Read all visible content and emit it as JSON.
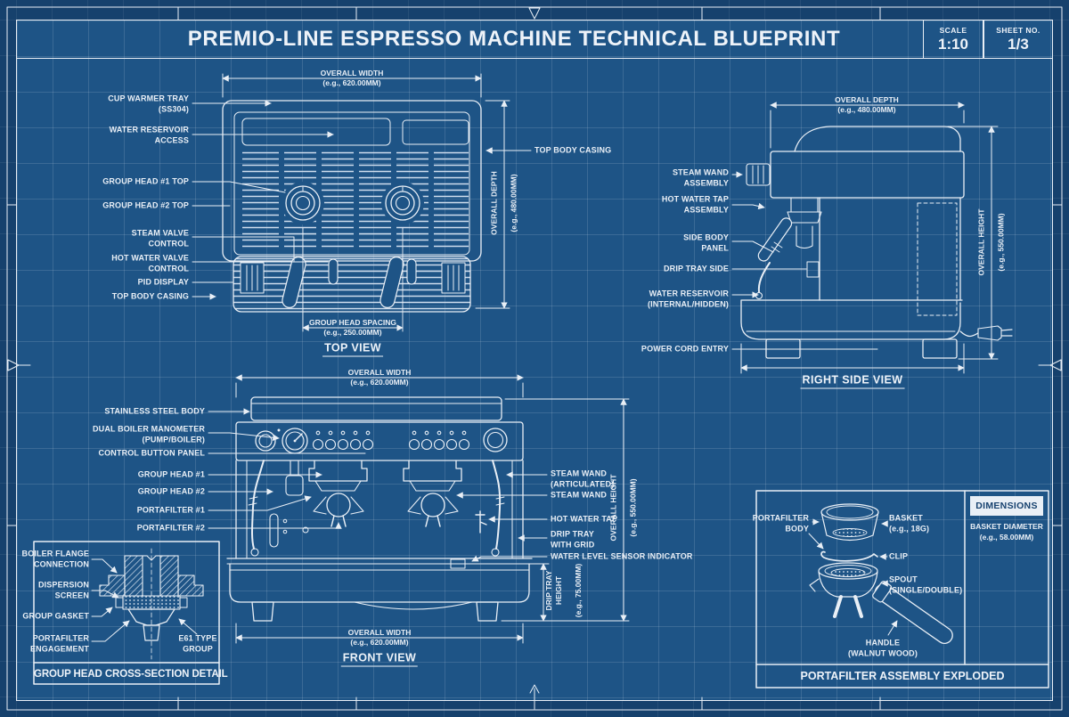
{
  "title_block": {
    "title": "PREMIO-LINE ESPRESSO MACHINE TECHNICAL BLUEPRINT",
    "scale_label": "SCALE",
    "scale_value": "1:10",
    "sheet_label": "SHEET NO.",
    "sheet_value": "1/3"
  },
  "colors": {
    "sheet_background": "#1e5486",
    "margin_background": "#16416d",
    "line": "#e9eff6",
    "grid_line": "rgba(255,255,255,0.13)",
    "panel_header_bg": "#e9eff6",
    "panel_header_text": "#17426f"
  },
  "top_view": {
    "view_title": "TOP VIEW",
    "labels": {
      "cup_warmer_tray": "CUP WARMER TRAY\n(SS304)",
      "water_reservoir_access": "WATER RESERVOIR\nACCESS",
      "group_head_1_top": "GROUP HEAD #1 TOP",
      "group_head_2_top": "GROUP HEAD #2 TOP",
      "steam_valve_control": "STEAM VALVE\nCONTROL",
      "hot_water_valve_control": "HOT WATER VALVE\nCONTROL",
      "pid_display": "PID DISPLAY",
      "top_body_casing_left": "TOP BODY CASING",
      "top_body_casing_right": "TOP BODY CASING"
    },
    "dims": {
      "overall_width": {
        "label": "OVERALL WIDTH",
        "value": "(e.g., 620.00MM)"
      },
      "overall_depth": {
        "label": "OVERALL DEPTH",
        "value": "(e.g., 480.00MM)"
      },
      "group_head_spacing": {
        "label": "GROUP HEAD SPACING",
        "value": "(e.g., 250.00MM)"
      }
    }
  },
  "right_side_view": {
    "view_title": "RIGHT SIDE VIEW",
    "labels": {
      "steam_wand_assembly": "STEAM WAND\nASSEMBLY",
      "hot_water_tap_assembly": "HOT WATER TAP\nASSEMBLY",
      "side_body_panel": "SIDE BODY\nPANEL",
      "drip_tray_side": "DRIP TRAY SIDE",
      "water_reservoir": "WATER RESERVOIR\n(INTERNAL/HIDDEN)",
      "power_cord_entry": "POWER CORD ENTRY"
    },
    "dims": {
      "overall_depth": {
        "label": "OVERALL DEPTH",
        "value": "(e.g., 480.00MM)"
      },
      "overall_height": {
        "label": "OVERALL HEIGHT",
        "value": "(e.g., 550.00MM)"
      }
    }
  },
  "front_view": {
    "view_title": "FRONT VIEW",
    "labels_left": {
      "stainless_steel_body": "STAINLESS STEEL BODY",
      "dual_boiler_manometer": "DUAL BOILER MANOMETER\n(PUMP/BOILER)",
      "control_button_panel": "CONTROL BUTTON PANEL",
      "group_head_1": "GROUP HEAD #1",
      "group_head_2": "GROUP HEAD #2",
      "portafilter_1": "PORTAFILTER #1",
      "portafilter_2": "PORTAFILTER #2"
    },
    "labels_right": {
      "steam_wand_articulated": "STEAM WAND\n(ARTICULATED)",
      "steam_wand": "STEAM WAND",
      "hot_water_tap": "HOT WATER TAP",
      "drip_tray_with_grid": "DRIP TRAY\nWITH GRID",
      "water_level_sensor": "WATER LEVEL SENSOR INDICATOR"
    },
    "dims": {
      "overall_width_top": {
        "label": "OVERALL WIDTH",
        "value": "(e.g., 620.00MM)"
      },
      "overall_width_bottom": {
        "label": "OVERALL WIDTH",
        "value": "(e.g., 620.00MM)"
      },
      "overall_height": {
        "label": "OVERALL HEIGHT",
        "value": "(e.g., 550.00MM)"
      },
      "drip_tray_height": {
        "label": "DRIP TRAY\nHEIGHT",
        "value": "(e.g., 75.00MM)"
      }
    }
  },
  "group_head_detail": {
    "box_title": "GROUP HEAD CROSS-SECTION DETAIL",
    "labels": {
      "boiler_flange_connection": "BOILER FLANGE\nCONNECTION",
      "dispersion_screen": "DISPERSION\nSCREEN",
      "group_gasket": "GROUP GASKET",
      "portafilter_engagement": "PORTAFILTER\nENGAGEMENT",
      "e61_type_group": "E61 TYPE\nGROUP"
    }
  },
  "portafilter_exploded": {
    "box_title": "PORTAFILTER ASSEMBLY EXPLODED",
    "labels": {
      "portafilter_body": "PORTAFILTER\nBODY",
      "basket": "BASKET\n(e.g., 18G)",
      "clip": "CLIP",
      "spout": "SPOUT\n(SINGLE/DOUBLE)",
      "handle": "HANDLE\n(WALNUT WOOD)"
    },
    "dimensions_panel": {
      "header": "DIMENSIONS",
      "basket_diameter_label": "BASKET DIAMETER",
      "basket_diameter_value": "(e.g., 58.00MM)"
    }
  }
}
